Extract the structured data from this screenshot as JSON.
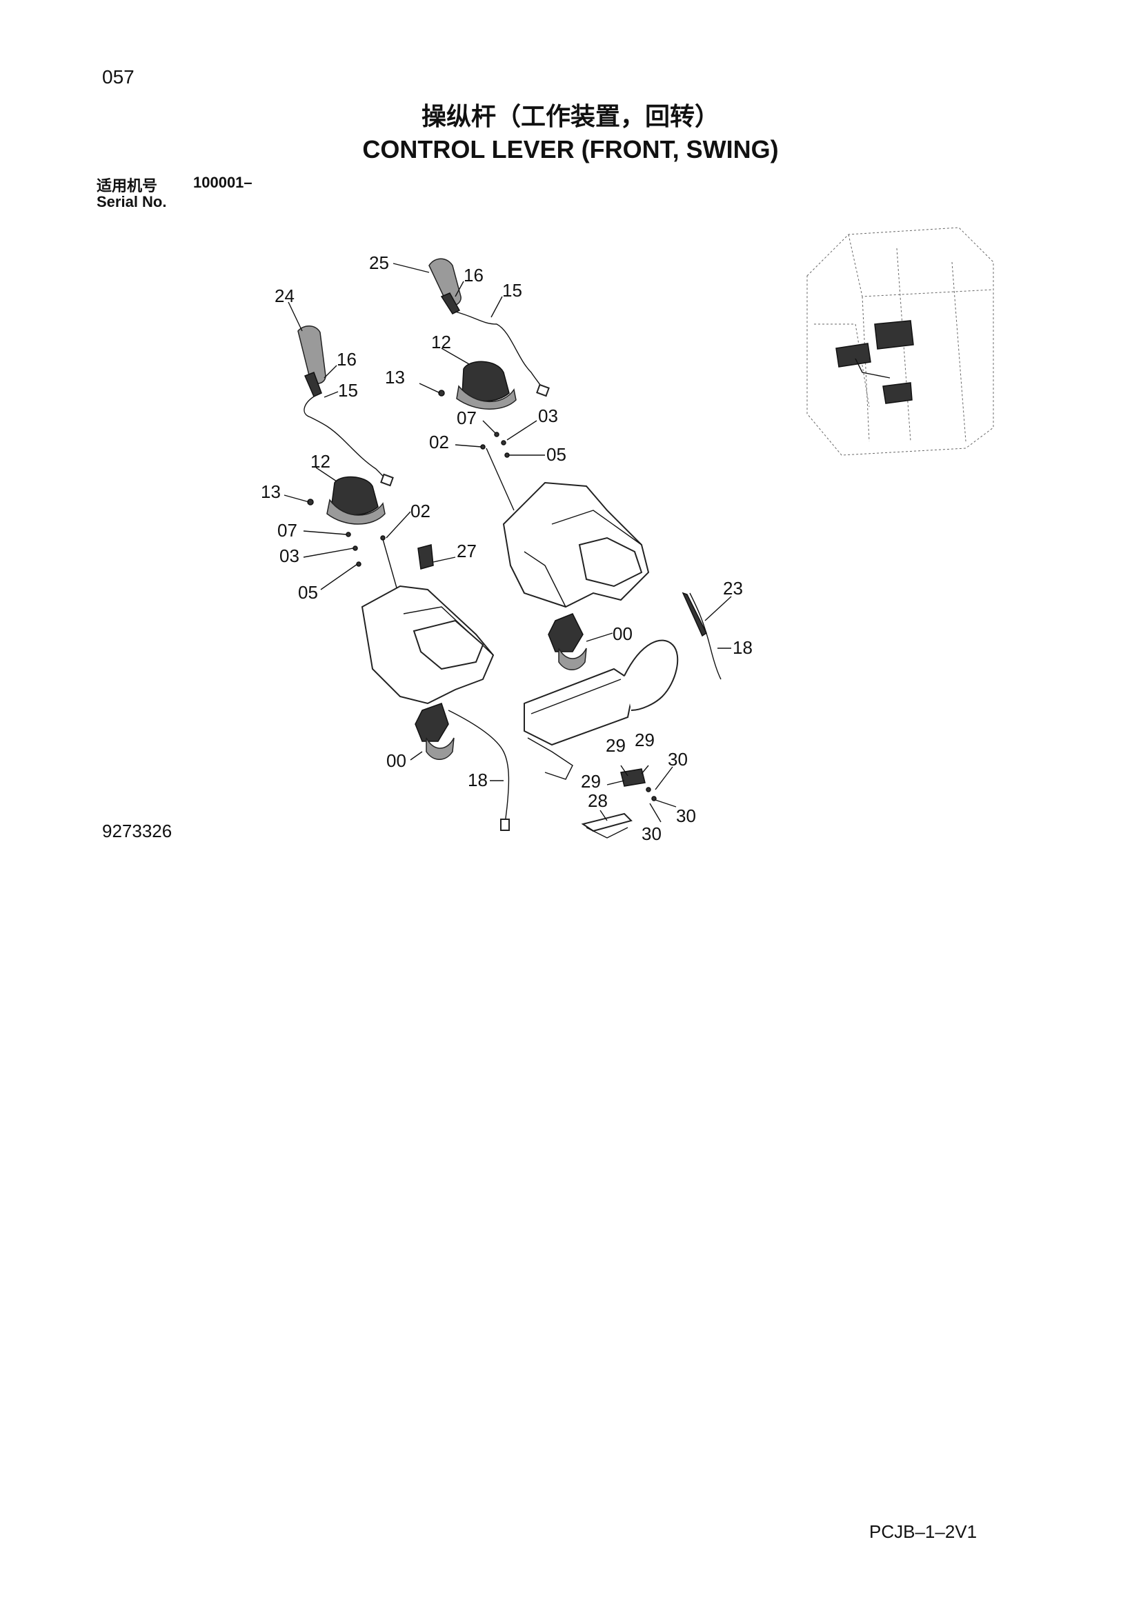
{
  "header": {
    "page_number": "057",
    "title_cn": "操纵杆（工作装置，回转）",
    "title_en": "CONTROL LEVER (FRONT, SWING)",
    "serial_label_cn": "适用机号",
    "serial_range": "100001–",
    "serial_label_en": "Serial No."
  },
  "diagram": {
    "callouts": [
      "25",
      "16",
      "15",
      "24",
      "12",
      "13",
      "16",
      "15",
      "07",
      "03",
      "02",
      "05",
      "12",
      "13",
      "02",
      "07",
      "03",
      "27",
      "05",
      "23",
      "00",
      "18",
      "00",
      "18",
      "29",
      "29",
      "30",
      "29",
      "28",
      "30",
      "30"
    ]
  },
  "footer": {
    "figure_number": "9273326",
    "doc_code": "PCJB–1–2V1"
  }
}
